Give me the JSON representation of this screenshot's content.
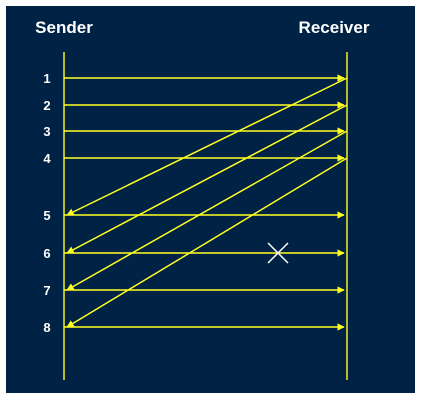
{
  "labels": {
    "sender": "Sender",
    "receiver": "Receiver"
  },
  "packets": [
    "1",
    "2",
    "3",
    "4",
    "5",
    "6",
    "7",
    "8"
  ],
  "acks": [
    {
      "from_packet": "1",
      "to_packet": "5"
    },
    {
      "from_packet": "2",
      "to_packet": "6"
    },
    {
      "from_packet": "3",
      "to_packet": "7"
    },
    {
      "from_packet": "4",
      "to_packet": "8"
    }
  ],
  "lost_packet": "6",
  "colors": {
    "background": "#002244",
    "line": "#f0f020",
    "arrow": "#ffff22",
    "text": "#ffffff",
    "loss_mark": "#ffffff"
  }
}
